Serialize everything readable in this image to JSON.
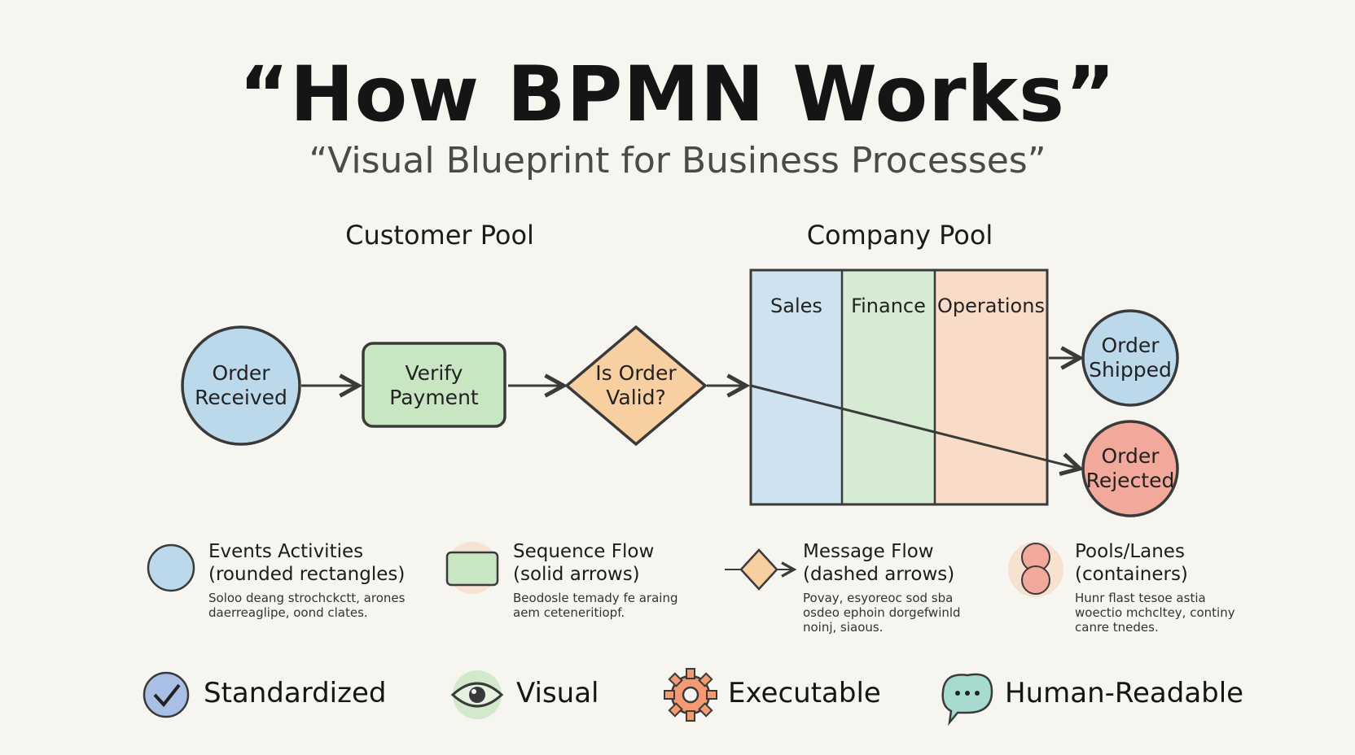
{
  "title": "“How BPMN Works”",
  "subtitle": "“Visual Blueprint for Business Processes”",
  "pools": {
    "customer": "Customer Pool",
    "company": "Company Pool"
  },
  "lanes": [
    "Sales",
    "Finance",
    "Operations"
  ],
  "nodes": {
    "order_received": "Order\nReceived",
    "verify_payment": "Verify\nPayment",
    "is_order_valid": "Is Order\nValid?",
    "order_shipped": "Order\nShipped",
    "order_rejected": "Order\nRejected"
  },
  "legend": [
    {
      "title": "Events Activities\n(rounded rectangles)",
      "desc": "Soloo deang strochckctt, arones\ndaerreaglipe, oond clates."
    },
    {
      "title": "Sequence Flow\n(solid arrows)",
      "desc": "Beodosle temady fe araing\naem ceteneritiopf."
    },
    {
      "title": "Message Flow\n(dashed arrows)",
      "desc": "Povay, esyoreoc sod sba\nosdeo ephoin dorgefwinld\nnoinj, siaous."
    },
    {
      "title": "Pools/Lanes\n(containers)",
      "desc": "Hunr flast tesoe astia\nwoectio mchcltey, continy\ncanre tnedes."
    }
  ],
  "features": [
    "Standardized",
    "Visual",
    "Executable",
    "Human-Readable"
  ],
  "colors": {
    "blue": "#bcd9ec",
    "green": "#c9e6c2",
    "orange": "#f8cfa1",
    "red": "#f2a99b",
    "stroke": "#3a3a3a",
    "lane_blue": "#cfe2f0",
    "lane_green": "#d5ebd2",
    "lane_orange": "#f8dcc8"
  }
}
